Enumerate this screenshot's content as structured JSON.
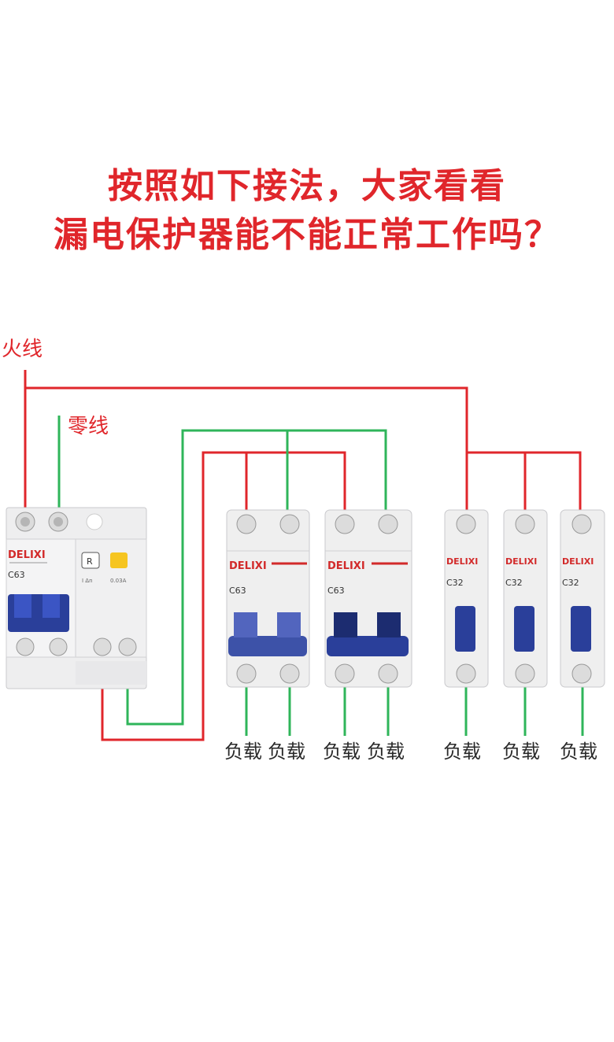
{
  "title": {
    "line1": "按照如下接法，大家看看",
    "line2": "漏电保护器能不能正常工作吗？"
  },
  "labels": {
    "live_wire": "火线",
    "neutral_wire": "零线"
  },
  "rcd": {
    "brand": "DELIXI",
    "rating": "C63",
    "test_button": "R"
  },
  "breakers_2p": [
    {
      "brand": "DELIXI",
      "rating": "C63"
    },
    {
      "brand": "DELIXI",
      "rating": "C63"
    }
  ],
  "breakers_1p": [
    {
      "brand": "DELIXI",
      "rating": "C32"
    },
    {
      "brand": "DELIXI",
      "rating": "C32"
    },
    {
      "brand": "DELIXI",
      "rating": "C32"
    }
  ],
  "loads": [
    "负载",
    "负载",
    "负载",
    "负载",
    "负载",
    "负载",
    "负载"
  ],
  "colors": {
    "title": "#e0262b",
    "live": "#e0262b",
    "neutral": "#2fb55a",
    "handle": "#2a3f9a"
  }
}
